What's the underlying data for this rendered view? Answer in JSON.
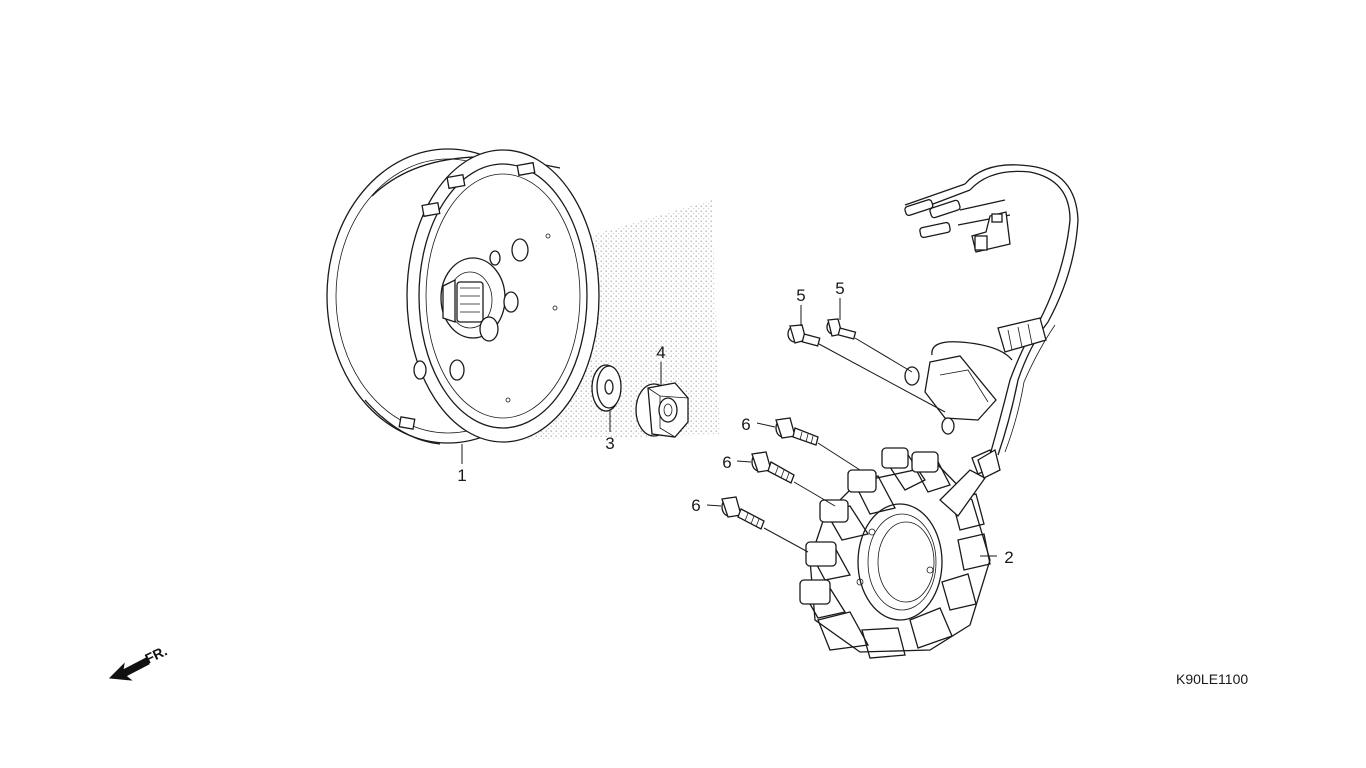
{
  "diagram": {
    "drawing_code": "K90LE1100",
    "front_indicator": "FR.",
    "callouts": [
      {
        "id": "callout-1",
        "number": "1"
      },
      {
        "id": "callout-2",
        "number": "2"
      },
      {
        "id": "callout-3",
        "number": "3"
      },
      {
        "id": "callout-4",
        "number": "4"
      },
      {
        "id": "callout-5a",
        "number": "5"
      },
      {
        "id": "callout-5b",
        "number": "5"
      },
      {
        "id": "callout-6a",
        "number": "6"
      },
      {
        "id": "callout-6b",
        "number": "6"
      },
      {
        "id": "callout-6c",
        "number": "6"
      }
    ],
    "colors": {
      "ink": "#1a1a1a",
      "stipple": "#b8b8b8",
      "background": "#ffffff"
    }
  }
}
